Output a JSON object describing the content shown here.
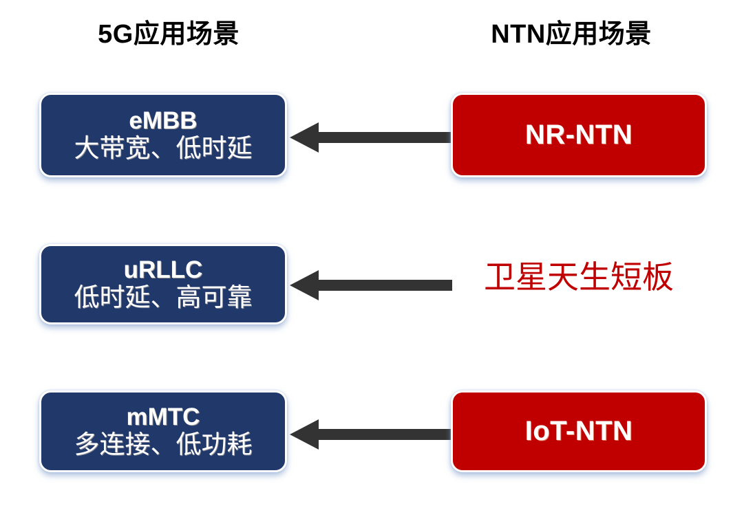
{
  "headers": {
    "left": "5G应用场景",
    "right": "NTN应用场景"
  },
  "colors": {
    "blue_box": "#21386B",
    "red_box": "#C00000",
    "arrow": "#333333",
    "note_text": "#C00000",
    "box_text": "#FFFFFF",
    "header_text": "#000000",
    "background": "#FFFFFF"
  },
  "rows": [
    {
      "left": {
        "title": "eMBB",
        "subtitle": "大带宽、低时延"
      },
      "arrow": {
        "direction": "left",
        "label": ""
      },
      "right": {
        "type": "box",
        "title": "NR-NTN"
      }
    },
    {
      "left": {
        "title": "uRLLC",
        "subtitle": "低时延、高可靠"
      },
      "arrow": {
        "direction": "left",
        "label": ""
      },
      "right": {
        "type": "text",
        "title": "卫星天生短板"
      }
    },
    {
      "left": {
        "title": "mMTC",
        "subtitle": "多连接、低功耗"
      },
      "arrow": {
        "direction": "left",
        "label": ""
      },
      "right": {
        "type": "box",
        "title": "IoT-NTN"
      }
    }
  ]
}
